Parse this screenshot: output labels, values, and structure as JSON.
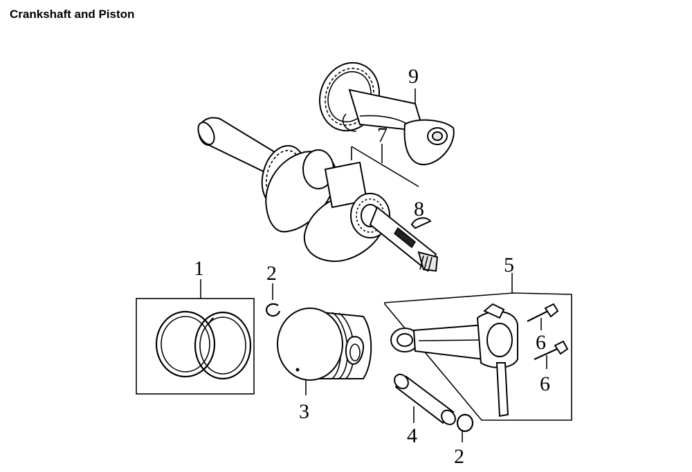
{
  "title": "Crankshaft and Piston",
  "callouts": {
    "c1": "1",
    "c2a": "2",
    "c2b": "2",
    "c3": "3",
    "c4": "4",
    "c5": "5",
    "c6a": "6",
    "c6b": "6",
    "c7": "7",
    "c8": "8",
    "c9": "9"
  },
  "parts": [
    "piston-ring-set-icon",
    "piston-pin-clip-icon",
    "piston-icon",
    "piston-pin-icon",
    "connecting-rod-icon",
    "connecting-rod-bolt-icon",
    "crankshaft-icon",
    "woodruff-key-icon",
    "camshaft-icon"
  ]
}
